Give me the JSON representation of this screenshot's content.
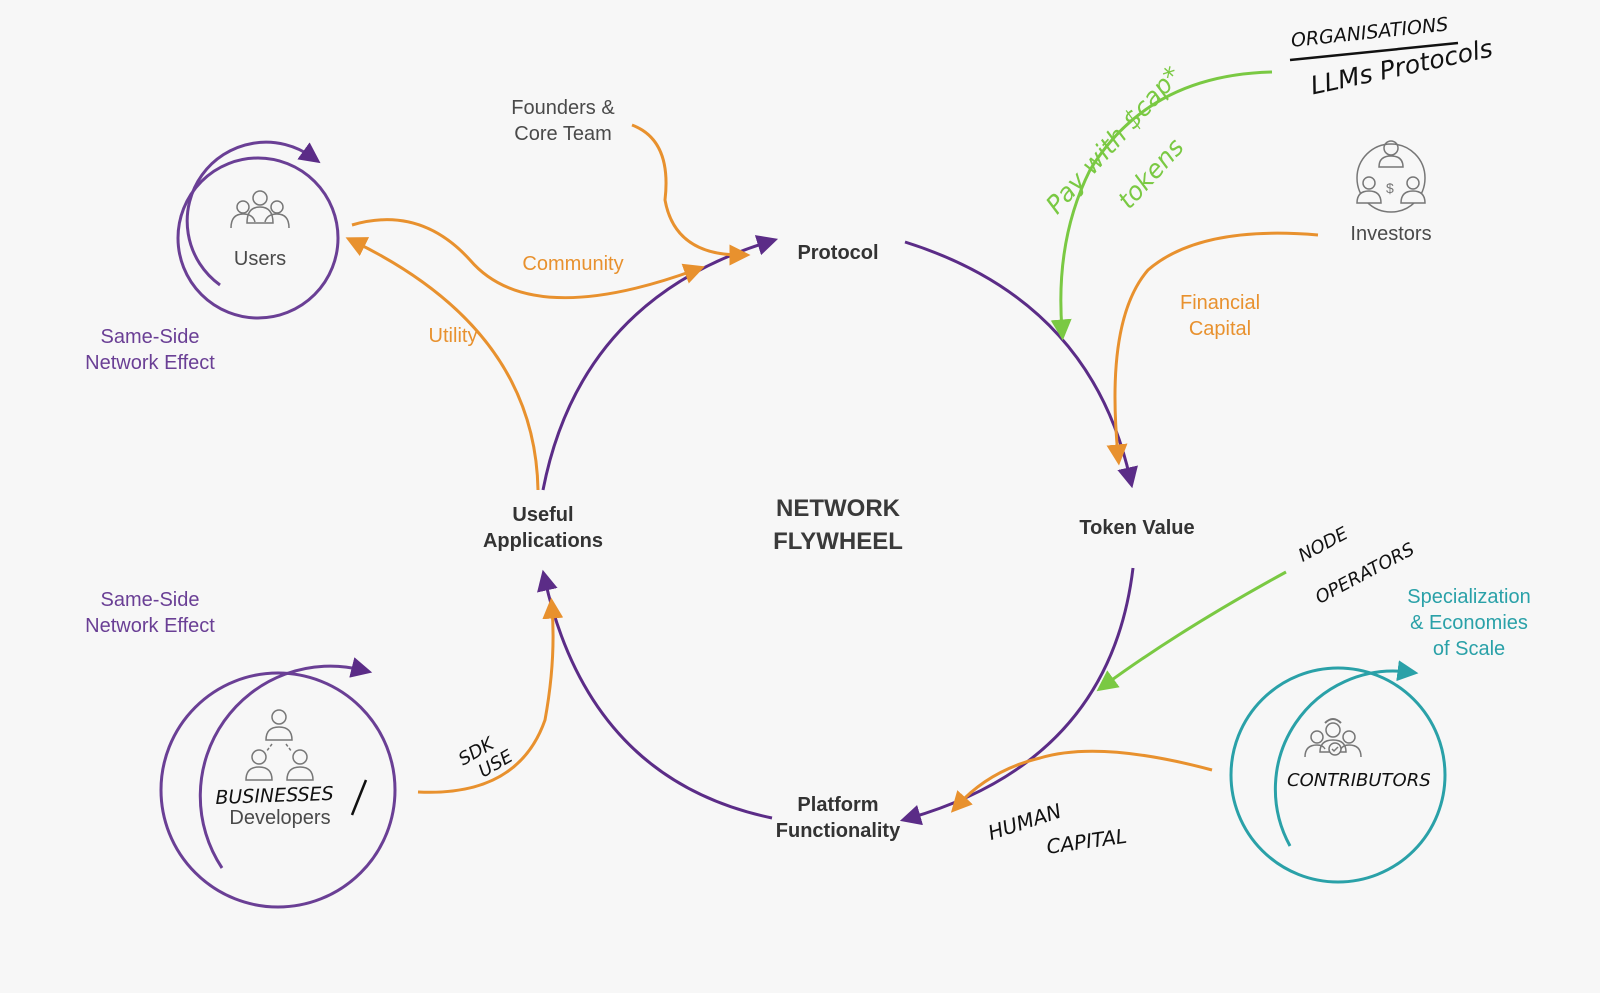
{
  "center": {
    "line1": "NETWORK",
    "line2": "FLYWHEEL"
  },
  "nodes": {
    "protocol": "Protocol",
    "token_value": "Token Value",
    "platform": {
      "line1": "Platform",
      "line2": "Functionality"
    },
    "applications": {
      "line1": "Useful",
      "line2": "Applications"
    }
  },
  "actors": {
    "founders": {
      "line1": "Founders &",
      "line2": "Core Team"
    },
    "users": "Users",
    "investors": "Investors",
    "developers": "Developers",
    "businesses_handwritten": "BUSINESSES",
    "contributors_handwritten": "CONTRIBUTORS"
  },
  "flows": {
    "community": "Community",
    "utility": "Utility",
    "financial_capital": {
      "line1": "Financial",
      "line2": "Capital"
    },
    "specialization": {
      "line1": "Specialization",
      "line2": "& Economies",
      "line3": "of Scale"
    },
    "same_side_top": {
      "line1": "Same-Side",
      "line2": "Network Effect"
    },
    "same_side_bottom": {
      "line1": "Same-Side",
      "line2": "Network Effect"
    }
  },
  "handwritten": {
    "organisations": "ORGANISATIONS",
    "llms_protocols": "LLMs Protocols",
    "pay_with": "Pay with $cap*",
    "tokens": "tokens",
    "node": "NODE",
    "operators": "OPERATORS",
    "sdk": "SDK",
    "use": "USE",
    "human": "HUMAN",
    "capital": "CAPITAL"
  },
  "colors": {
    "purple": "#5b2c87",
    "orange": "#e8912e",
    "teal": "#2aa1a8",
    "green": "#7ac943",
    "background": "#f7f7f7"
  }
}
